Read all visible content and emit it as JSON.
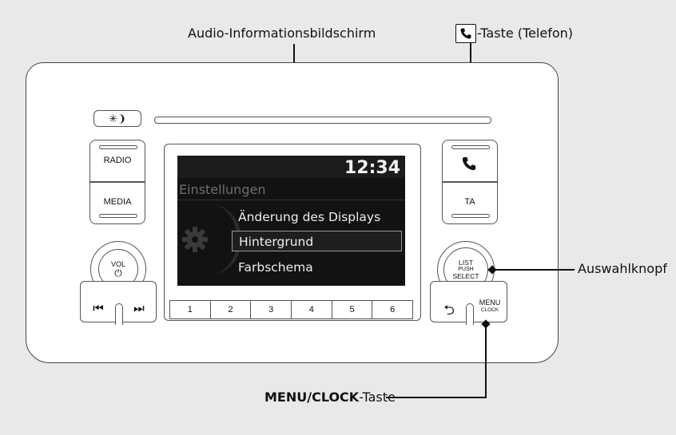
{
  "callouts": {
    "audio_screen": "Audio-Informationsbildschirm",
    "phone_key": "-Taste (Telefon)",
    "select_knob": "Auswahlknopf",
    "menu_clock_bold": "MENU/CLOCK",
    "menu_clock_rest": "-Taste"
  },
  "buttons": {
    "day_night": "✳︎❩",
    "radio": "RADIO",
    "media": "MEDIA",
    "ta": "TA",
    "vol_line1": "VOL",
    "vol_line2": "⏻",
    "seek_back": "⏮",
    "seek_fwd": "⏭",
    "knob_line1": "LIST",
    "knob_line2": "PUSH",
    "knob_line3": "SELECT",
    "back": "⮌",
    "menu": "MENU",
    "clock": "CLOCK"
  },
  "presets": [
    "1",
    "2",
    "3",
    "4",
    "5",
    "6"
  ],
  "screen": {
    "time": "12:34",
    "title": "Einstellungen",
    "items": [
      "Änderung des Displays",
      "Hintergrund",
      "Farbschema"
    ],
    "selected_index": 1
  },
  "icons": {
    "phone": "phone-icon",
    "gear": "gear-icon"
  }
}
